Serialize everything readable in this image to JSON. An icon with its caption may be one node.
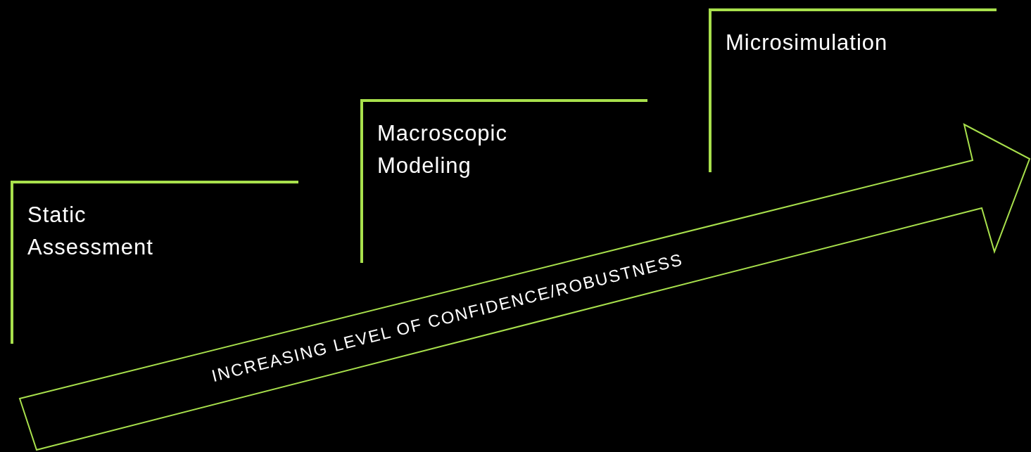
{
  "diagram": {
    "nodes": [
      {
        "text": [
          "Static Assessment"
        ]
      },
      {
        "text": [
          "Macroscopic Modeling"
        ]
      },
      {
        "text": [
          "Microsimulation"
        ]
      },
      {
        "text": [
          "INCREASING LEVEL OF CONFIDENCE/ROBUSTNESS"
        ]
      }
    ]
  }
}
